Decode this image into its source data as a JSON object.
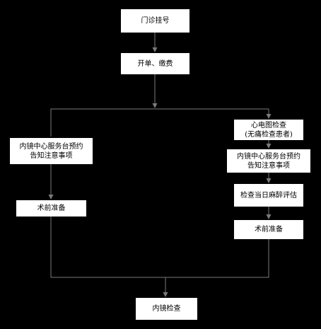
{
  "nodes": {
    "registration": "门诊挂号",
    "billing": "开单、缴费",
    "left_appointment": [
      "内镜中心服务台预约",
      "告知注意事项"
    ],
    "left_preop": "术前准备",
    "ecg": [
      "心电图检查",
      "(无痛检查患者)"
    ],
    "right_appointment": [
      "内镜中心服务台预约",
      "告知注意事项"
    ],
    "anesthesia_eval": "检查当日麻醉评估",
    "right_preop": "术前准备",
    "endoscopy": "内镜检查"
  }
}
